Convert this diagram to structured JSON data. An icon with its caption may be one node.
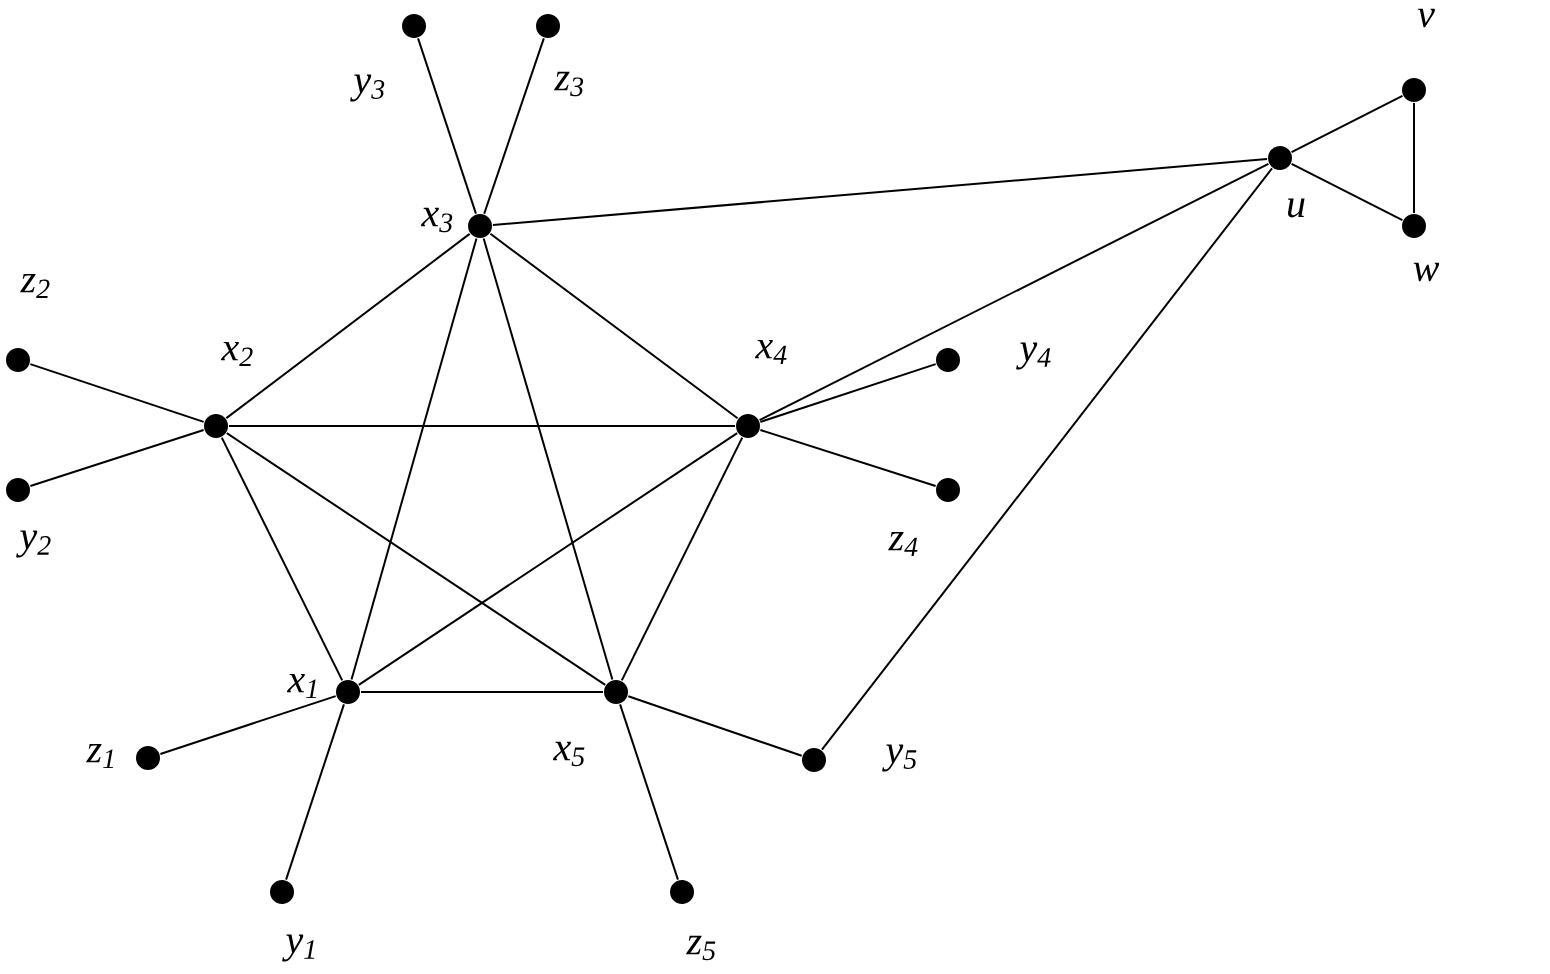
{
  "diagram": {
    "nodes": [
      {
        "text": [],
        "shape": "circle",
        "beside": [
          "y$_{3}$"
        ]
      },
      {
        "text": [],
        "shape": "circle",
        "beside": [
          "z$_{3}$"
        ]
      },
      {
        "text": [],
        "shape": "circle",
        "beside": [
          "v"
        ]
      },
      {
        "text": [],
        "shape": "circle",
        "beside": [
          "u"
        ]
      },
      {
        "text": [],
        "shape": "circle",
        "beside": [
          "x$_{3}$"
        ]
      },
      {
        "text": [],
        "shape": "circle",
        "beside": [
          "w"
        ]
      },
      {
        "text": [],
        "shape": "circle",
        "beside": [
          "z$_{2}$"
        ]
      },
      {
        "text": [],
        "shape": "circle",
        "beside": [
          "y$_{4}$"
        ]
      },
      {
        "text": [],
        "shape": "circle",
        "beside": [
          "x$_{2}$"
        ]
      },
      {
        "text": [],
        "shape": "circle",
        "beside": [
          "x$_{4}$"
        ]
      },
      {
        "text": [],
        "shape": "circle",
        "beside": [
          "y$_{2}$"
        ]
      },
      {
        "text": [],
        "shape": "circle",
        "beside": [
          "z$_{4}$"
        ]
      },
      {
        "text": [],
        "shape": "circle",
        "beside": [
          "x$_{1}$"
        ]
      },
      {
        "text": [],
        "shape": "circle",
        "beside": [
          "x$_{5}$"
        ]
      },
      {
        "text": [],
        "shape": "circle",
        "beside": [
          "z$_{1}$"
        ]
      },
      {
        "text": [],
        "shape": "circle",
        "beside": [
          "y$_{5}$"
        ]
      },
      {
        "text": [],
        "shape": "circle",
        "beside": [
          "y$_{1}$"
        ]
      },
      {
        "text": [],
        "shape": "circle",
        "beside": [
          "z$_{5}$"
        ]
      }
    ],
    "edges": [
      {
        "from": 4,
        "to": 8,
        "arrow": "none"
      },
      {
        "from": 4,
        "to": 9,
        "arrow": "none"
      },
      {
        "from": 4,
        "to": 12,
        "arrow": "none"
      },
      {
        "from": 4,
        "to": 13,
        "arrow": "none"
      },
      {
        "from": 8,
        "to": 9,
        "arrow": "none"
      },
      {
        "from": 8,
        "to": 12,
        "arrow": "none"
      },
      {
        "from": 8,
        "to": 13,
        "arrow": "none"
      },
      {
        "from": 9,
        "to": 12,
        "arrow": "none"
      },
      {
        "from": 9,
        "to": 13,
        "arrow": "none"
      },
      {
        "from": 12,
        "to": 13,
        "arrow": "none"
      },
      {
        "from": 4,
        "to": 0,
        "arrow": "none"
      },
      {
        "from": 4,
        "to": 1,
        "arrow": "none"
      },
      {
        "from": 8,
        "to": 6,
        "arrow": "none"
      },
      {
        "from": 8,
        "to": 10,
        "arrow": "none"
      },
      {
        "from": 9,
        "to": 7,
        "arrow": "none"
      },
      {
        "from": 9,
        "to": 11,
        "arrow": "none"
      },
      {
        "from": 12,
        "to": 14,
        "arrow": "none"
      },
      {
        "from": 12,
        "to": 16,
        "arrow": "none"
      },
      {
        "from": 13,
        "to": 17,
        "arrow": "none"
      },
      {
        "from": 13,
        "to": 15,
        "arrow": "none"
      },
      {
        "from": 3,
        "to": 4,
        "arrow": "none"
      },
      {
        "from": 3,
        "to": 9,
        "arrow": "none"
      },
      {
        "from": 3,
        "to": 15,
        "arrow": "none"
      },
      {
        "from": 3,
        "to": 2,
        "arrow": "none"
      },
      {
        "from": 3,
        "to": 5,
        "arrow": "none"
      },
      {
        "from": 2,
        "to": 5,
        "arrow": "none"
      }
    ]
  }
}
